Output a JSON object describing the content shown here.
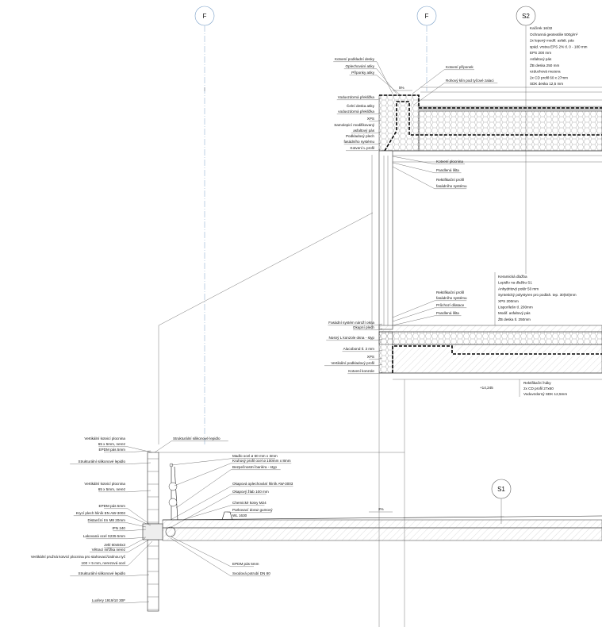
{
  "axes": {
    "f_left": "F",
    "f_right": "F",
    "s2": "S2",
    "s1": "S1"
  },
  "slopes": {
    "roof": "5%",
    "terrace": "2%"
  },
  "elevation": "+14,245",
  "roof_composition": [
    "Kačírek 16/32",
    "Ochranná geotextilie 500g/m²",
    "2x lepený modif. asfalt. pás",
    "spád. vrstva EPS 2% tl. 0 - 180 mm",
    "EPS 200 mm",
    "Asfaltový pás",
    "ŽB deska 250 mm",
    "vzduchová mezera",
    "2x CD profil 60 x 27mm",
    "SDK deska 12,5 mm"
  ],
  "floor_composition": [
    "Keramická dlažba",
    "Lepidlo na dlažbu S1",
    "Anhydritový potěr 50 mm",
    "Syntetický polystyren pro podlah. tep. 30(50)mm",
    "XPS 200mm",
    "Lisporílešn tl. 200mm",
    "Modif. asfaltový pás",
    "ŽB deska tl. 250mm"
  ],
  "ceiling_composition": [
    "Rektifikační háky",
    "2x CD profil 27x60",
    "Voduvzdorný SDK 12,5mm"
  ],
  "labels": [
    "Kotvení podkladní desky",
    "Oplechování atiky",
    "Příponky atiky",
    "Voduvzdorná překližka",
    "Čelní deska atiky",
    "voduvzdorná překližka",
    "XPS",
    "Samolepicí modifikovaný",
    "asfaltový pás",
    "Podkladový plech",
    "fasádního systému",
    "Kotvení L profil",
    "Kotvení příponek",
    "Rohový klín pod tyčové zalaci",
    "Kotvení plocnina",
    "Pandlená lišta",
    "Rektifikační profil",
    "fasádního systému",
    "Rektifikační profil",
    "fasádního systému",
    "Průchozí dilatace",
    "Pandlená lišta",
    "Fasádní systém nároží okna",
    "Okapní plech",
    "Nosný L konzole okna - styp",
    "Alucobond tl. 3 mm",
    "XPS",
    "Vertikální podkladový profil",
    "Kotvení konzole",
    "Vertikální kotvicí plocnina",
    "65 x 5mm, nerez",
    "EPDM pás 5mm",
    "Strukturální silikonové lepidlo",
    "Vertikální kotvicí plocnina",
    "65 x 5mm, nerez",
    "EPDM pás 5mm",
    "Krycí plech hliník EN AW-3003",
    "Distanční trn M8 20mm",
    "IPN 240",
    "Lakovaná ocel S235 5mm",
    "Jekl 60x50x3",
    "Větrací mřížka nerez",
    "Vertikální pružná kotvicí plocnina pro stahovací/zatínou tyč",
    "100 × 5 mm, nerezová ocel",
    "Strukturální silikonové lepidlo",
    "Luxfery 1919/10 30F",
    "Strukturální silikonové lepidlo",
    "Madlo ocel ø 60 mm x 3mm",
    "Kruhový profil ocel ø 100mm x 8mm",
    "Bezpečnostní bariéra - styp",
    "Okapová oplechování hliník AW-3003",
    "Okapový žlab 100 mm",
    "Chemické kotvy M24",
    "Parkovací doraz gumový",
    "WL 1630",
    "EPDM pás 5mm",
    "Svodová potrubí DN 80"
  ]
}
